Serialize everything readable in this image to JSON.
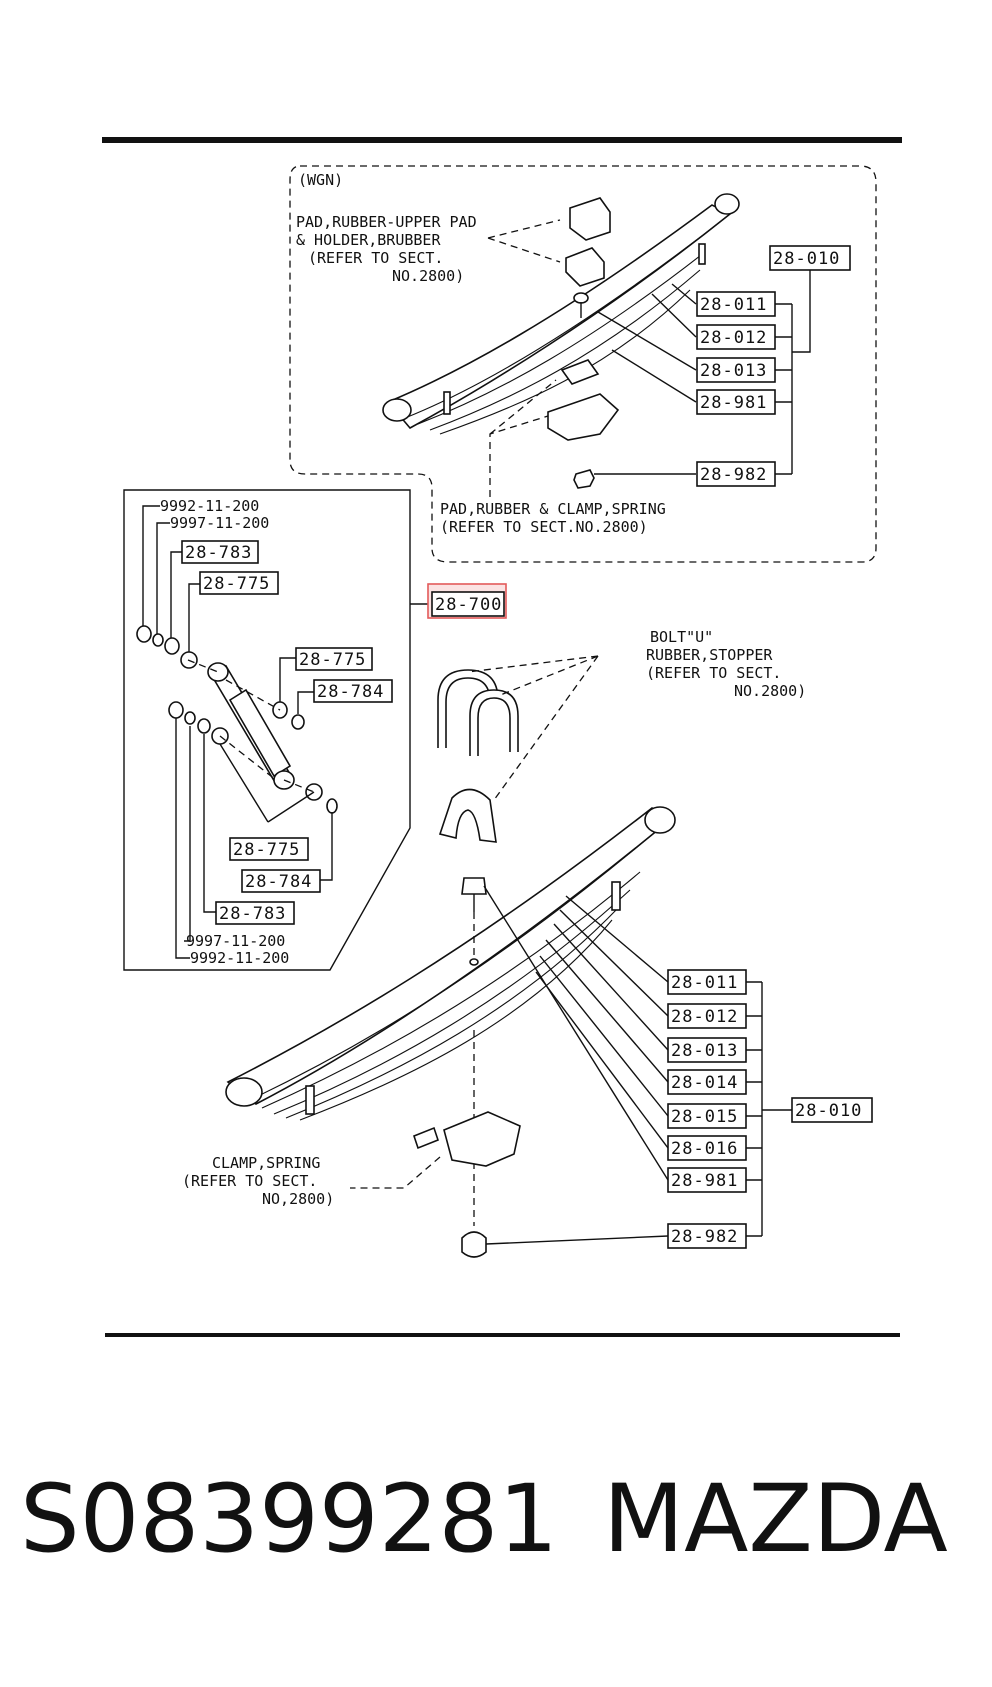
{
  "wgn_tag": "(WGN)",
  "upper_callout": {
    "lines": [
      "PAD,RUBBER-UPPER PAD",
      "& HOLDER,BRUBBER",
      "(REFER TO SECT.",
      "NO.2800)"
    ]
  },
  "mid_callout": {
    "lines": [
      "PAD,RUBBER & CLAMP,SPRING",
      "(REFER TO SECT.NO.2800)"
    ]
  },
  "bolt_callout": {
    "lines": [
      "BOLT\"U\"",
      "RUBBER,STOPPER",
      "(REFER TO SECT.",
      "NO.2800)"
    ]
  },
  "clamp_callout": {
    "lines": [
      "CLAMP,SPRING",
      "(REFER TO SECT.",
      "NO,2800)"
    ]
  },
  "upper_parts": [
    "28-011",
    "28-012",
    "28-013",
    "28-981",
    "28-982"
  ],
  "upper_group": "28-010",
  "shock_group": "28-700",
  "shock_parts": {
    "n1": "9992-11-200",
    "n2": "9997-11-200",
    "a": "28-783",
    "b": "28-775",
    "c": "28-775",
    "d": "28-784",
    "e": "28-775",
    "f": "28-784",
    "g": "28-783",
    "n3": "9997-11-200",
    "n4": "9992-11-200"
  },
  "lower_parts": [
    "28-011",
    "28-012",
    "28-013",
    "28-014",
    "28-015",
    "28-016",
    "28-981",
    "28-982"
  ],
  "lower_group": "28-010",
  "footer": {
    "part_number": "S08399281",
    "brand": "MAZDA"
  }
}
